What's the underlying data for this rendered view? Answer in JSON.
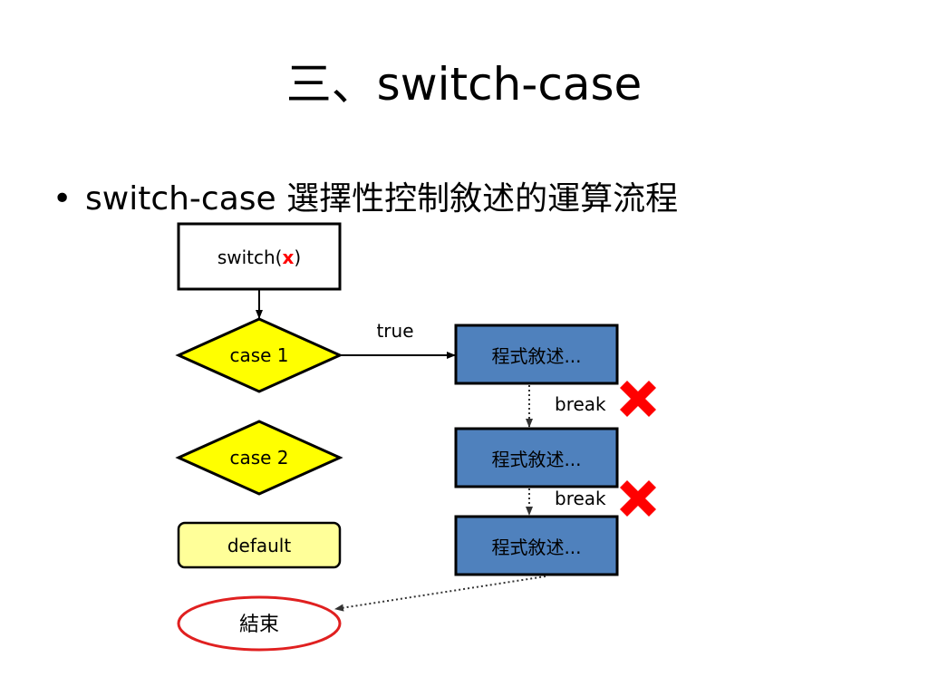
{
  "slide": {
    "title": "三、switch-case",
    "bullet_marker": "•",
    "bullet_text": "switch-case 選擇性控制敘述的運算流程"
  },
  "diagram": {
    "switch_label_prefix": "switch(",
    "switch_label_var": "x",
    "switch_label_suffix": ")",
    "case1_label": "case 1",
    "case2_label": "case 2",
    "default_label": "default",
    "end_label": "結束",
    "true_label": "true",
    "statement_labels": [
      "程式敘述...",
      "程式敘述...",
      "程式敘述..."
    ],
    "break_labels": [
      "break",
      "break"
    ],
    "cross_marks": [
      "✖",
      "✖"
    ]
  },
  "colors": {
    "diamond_fill": "#ffff00",
    "default_fill": "#ffff99",
    "statement_fill": "#4f81bd",
    "end_border": "#e02020",
    "cross": "#ff0000",
    "variable": "#ff0000"
  }
}
